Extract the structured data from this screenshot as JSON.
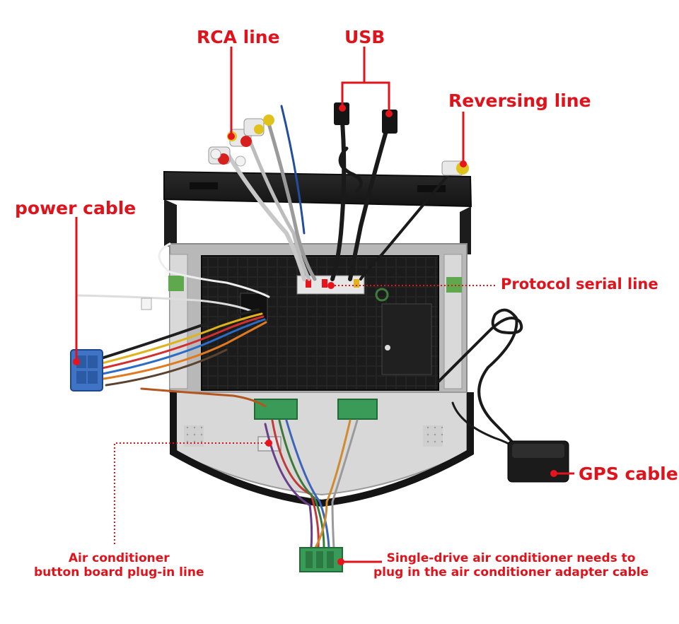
{
  "labels": {
    "rca_line": "RCA line",
    "usb": "USB",
    "reversing_line": "Reversing line",
    "power_cable": "power cable",
    "protocol_serial_line": "Protocol serial  line",
    "gps_cable": "GPS cable",
    "air_conditioner_line1": "Air conditioner",
    "air_conditioner_line2": "button board plug-in line",
    "single_drive_line1": "Single-drive air conditioner needs to",
    "single_drive_line2": "plug in the air conditioner adapter cable"
  },
  "colors": {
    "label_red": "#e0121b",
    "dot_red": "#e8141c",
    "frame": "#1c1c1c",
    "connector_blue": "#3f73c6",
    "connector_green": "#3a9a57",
    "pcb_green": "#5fa84d"
  }
}
